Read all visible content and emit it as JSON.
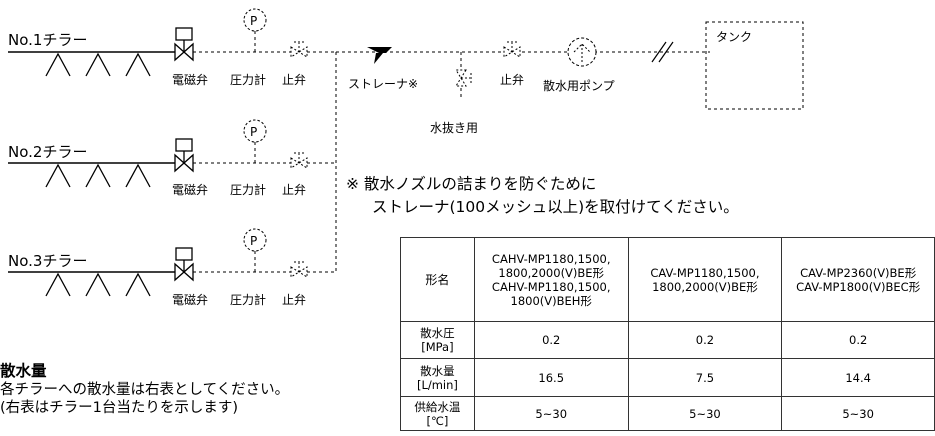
{
  "chillers": [
    {
      "name": "No.1チラー",
      "valve": "電磁弁",
      "gauge": "圧力計",
      "stop": "止弁",
      "gauge_symbol": "P"
    },
    {
      "name": "No.2チラー",
      "valve": "電磁弁",
      "gauge": "圧力計",
      "stop": "止弁",
      "gauge_symbol": "P"
    },
    {
      "name": "No.3チラー",
      "valve": "電磁弁",
      "gauge": "圧力計",
      "stop": "止弁",
      "gauge_symbol": "P"
    }
  ],
  "main_line": {
    "strainer": "ストレーナ※",
    "drain": "水抜き用",
    "stop": "止弁",
    "pump": "散水用ポンプ",
    "tank": "タンク"
  },
  "note": {
    "line1": "※ 散水ノズルの詰まりを防ぐために",
    "line2": "ストレーナ(100メッシュ以上)を取付けてください。"
  },
  "section": {
    "title": "散水量",
    "line1": "各チラーへの散水量は右表としてください。",
    "line2": "(右表はチラー1台当たりを示します)"
  },
  "table": {
    "header_label": "形名",
    "models": [
      [
        "CAHV-MP1180,1500,",
        "1800,2000(V)BE形",
        "CAHV-MP1180,1500,",
        "1800(V)BEH形"
      ],
      [
        "CAV-MP1180,1500,",
        "1800,2000(V)BE形"
      ],
      [
        "CAV-MP2360(V)BE形",
        "CAV-MP1800(V)BEC形"
      ]
    ],
    "rows": [
      {
        "label1": "散水圧",
        "label2": "[MPa]",
        "values": [
          "0.2",
          "0.2",
          "0.2"
        ]
      },
      {
        "label1": "散水量",
        "label2": "[L/min]",
        "values": [
          "16.5",
          "7.5",
          "14.4"
        ]
      },
      {
        "label1": "供給水温",
        "label2": "[℃]",
        "values": [
          "5~30",
          "5~30",
          "5~30"
        ]
      }
    ]
  }
}
